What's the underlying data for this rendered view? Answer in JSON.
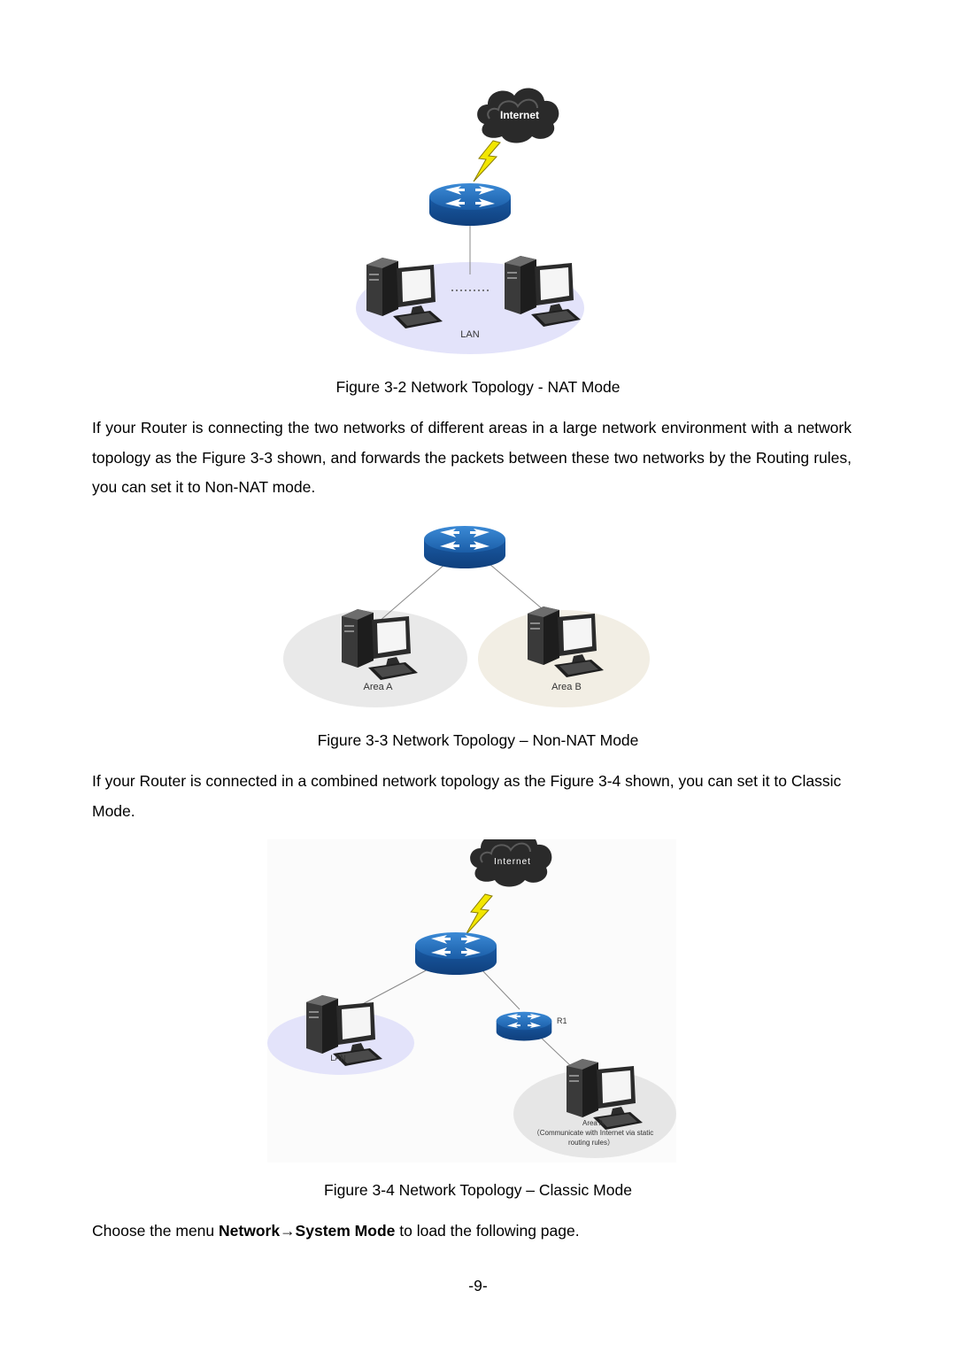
{
  "figure1": {
    "internet_label": "Internet",
    "lan_label": "LAN",
    "caption": "Figure 3-2 Network Topology - NAT Mode"
  },
  "paragraph1": "If your Router is connecting the two networks of different areas in a large network environment with a network topology as the Figure 3-3 shown, and forwards the packets between these two networks by the Routing rules, you can set it to Non-NAT mode.",
  "figure2": {
    "area_a_label": "Area A",
    "area_b_label": "Area B",
    "caption": "Figure 3-3 Network Topology – Non-NAT Mode"
  },
  "paragraph2": "If your Router is connected in a combined network topology as the Figure 3-4 shown, you can set it to Classic Mode.",
  "figure3": {
    "internet_label": "Internet",
    "lan_label": "LAN",
    "r1_label": "R1",
    "area_a_label": "Area A",
    "area_a_note_line1": "（Communicate with Internet via static",
    "area_a_note_line2": "routing rules）",
    "caption": "Figure 3-4 Network Topology – Classic Mode"
  },
  "paragraph3": {
    "prefix": "Choose the menu ",
    "menu_path": "Network→System Mode",
    "suffix": " to load the following page."
  },
  "page_number": "-9-",
  "colors": {
    "router_blue": "#1f67b4",
    "lan_ellipse": "#e3e3fa",
    "area_a_ellipse": "#e9e9e9",
    "area_b_ellipse": "#f2eee4",
    "lightning": "#f2e600",
    "cloud": "#2a2a2a"
  }
}
